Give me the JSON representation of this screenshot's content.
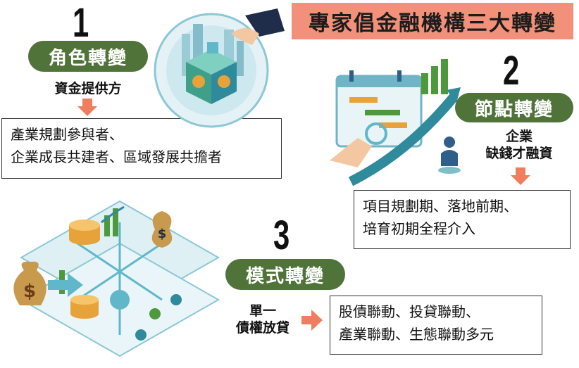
{
  "title": "專家倡金融機構三大轉變",
  "sections": [
    {
      "number": "1",
      "heading": "角色轉變",
      "subtitle": "資金提供方",
      "box_lines": [
        "產業規劃參與者、",
        "企業成長共建者、區域發展共擔者"
      ]
    },
    {
      "number": "2",
      "heading": "節點轉變",
      "subtitle_lines": [
        "企業",
        "缺錢才融資"
      ],
      "box_lines": [
        "項目規劃期、落地前期、",
        "培育初期全程介入"
      ]
    },
    {
      "number": "3",
      "heading": "模式轉變",
      "subtitle_lines": [
        "單一",
        "債權放貸"
      ],
      "box_lines": [
        "股債聯動、投貸聯動、",
        "產業聯動、生態聯動多元"
      ]
    }
  ],
  "colors": {
    "title_bg": "#f2907a",
    "pill_bg": "#4f7338",
    "arrow": "#f07e5e",
    "illustration_teal": "#5fb7c9",
    "illustration_green": "#4c9a3b",
    "money_bag": "#c89a4e"
  },
  "icons": [
    "city-cube-icon",
    "calendar-chart-icon",
    "money-network-icon",
    "person-icon",
    "money-bag-icon"
  ]
}
